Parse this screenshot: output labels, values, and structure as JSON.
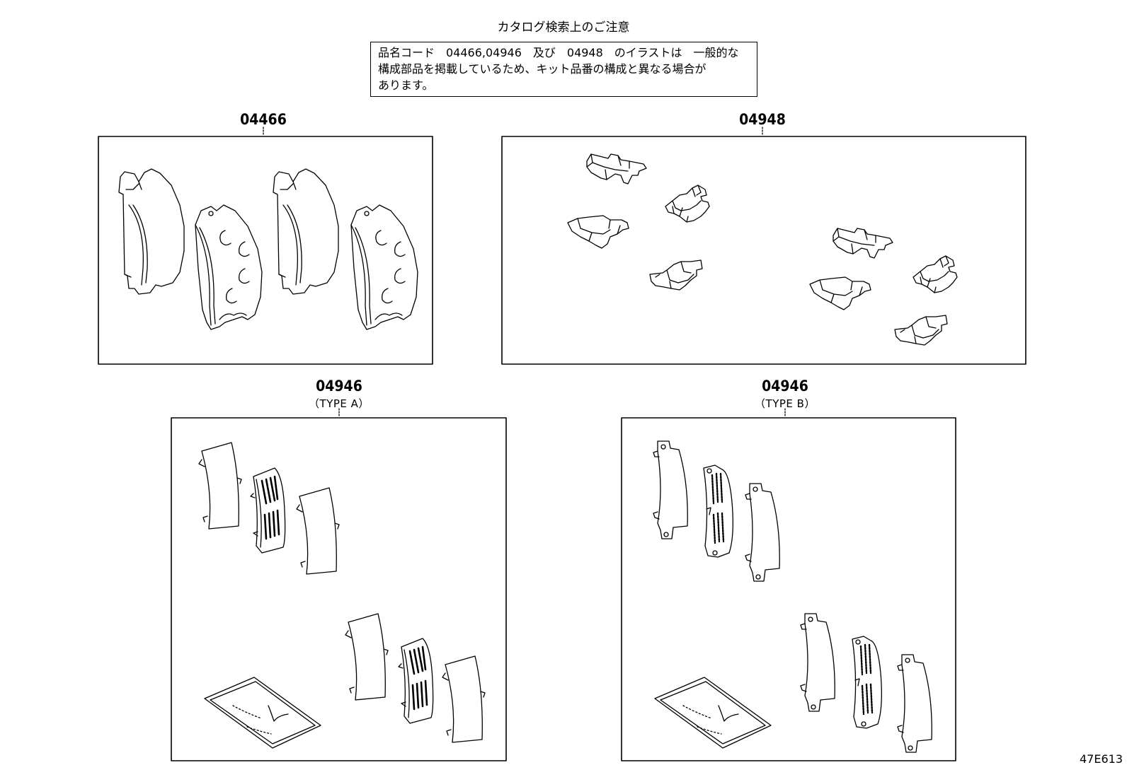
{
  "title": "カタログ検索上のご注意",
  "notice": {
    "lines": [
      "品名コード　04466,04946　及び　04948　のイラストは　一般的な",
      "構成部品を掲載しているため、キット品番の構成と異なる場合が",
      "あります。"
    ]
  },
  "groups": {
    "top_left": {
      "code": "04466"
    },
    "top_right": {
      "code": "04948"
    },
    "bottom_left": {
      "code": "04946",
      "type": "（TYPE A）"
    },
    "bottom_right": {
      "code": "04946",
      "type": "（TYPE B）"
    }
  },
  "reference": "47E613",
  "colors": {
    "line": "#000000",
    "background": "#ffffff"
  }
}
